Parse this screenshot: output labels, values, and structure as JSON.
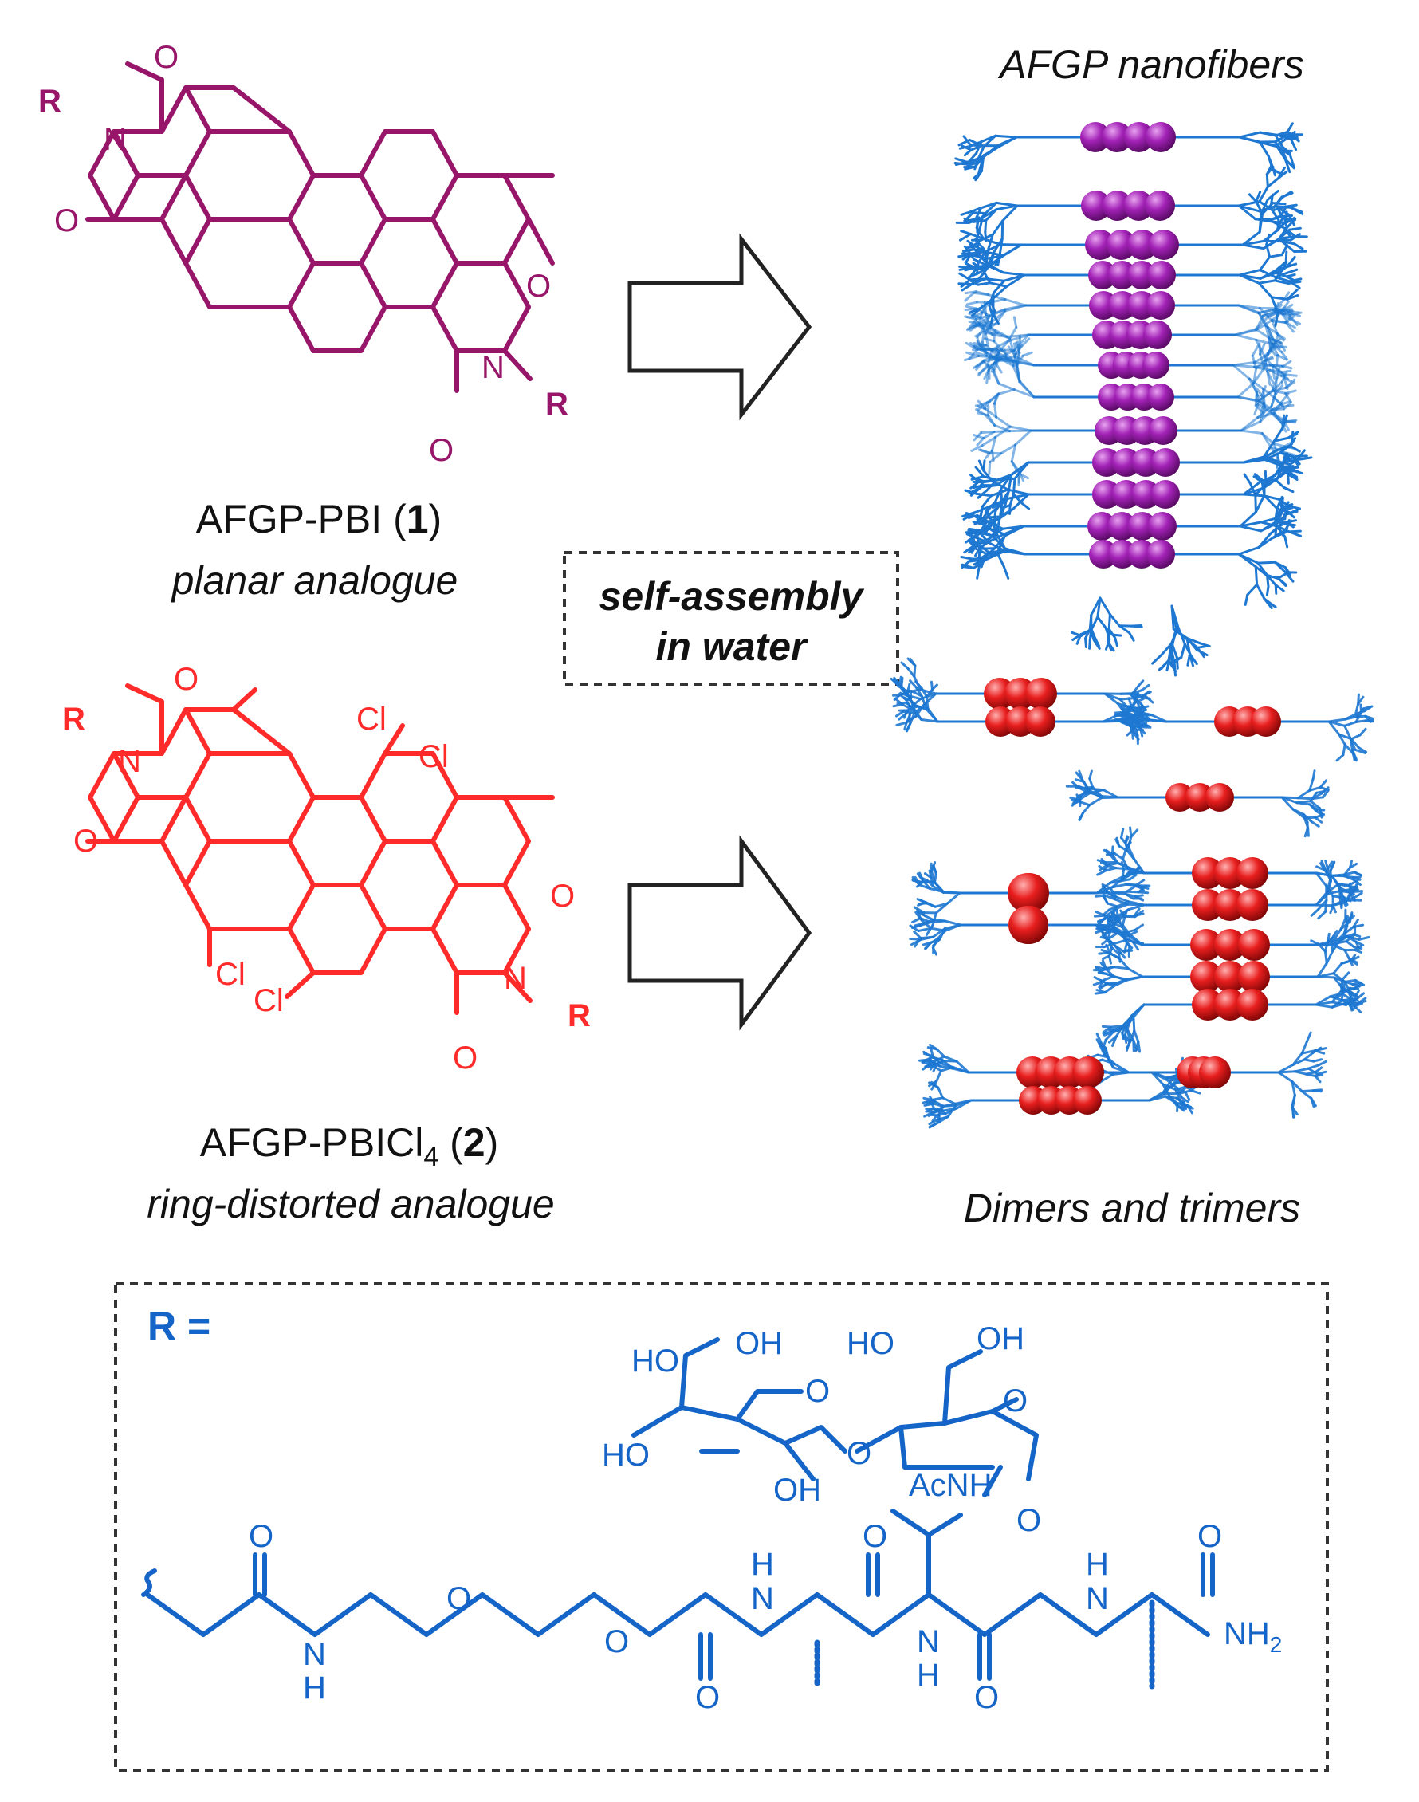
{
  "compound1": {
    "label_prefix": "AFGP-PBI (",
    "label_number": "1",
    "label_suffix": ")",
    "subtitle": "planar analogue",
    "color": "#97166a",
    "atoms": {
      "oxygen": "O",
      "nitrogen": "N",
      "substituent": "R"
    }
  },
  "compound2": {
    "label_prefix": "AFGP-PBICl",
    "label_subscript": "4",
    "label_mid": " (",
    "label_number": "2",
    "label_suffix": ")",
    "subtitle": "ring-distorted analogue",
    "color": "#ff2a2a",
    "atoms": {
      "oxygen": "O",
      "nitrogen": "N",
      "substituent": "R",
      "chlorine": "Cl"
    }
  },
  "center_box": {
    "line1": "self-assembly",
    "line2": "in water"
  },
  "assembly1": {
    "title": "AFGP nanofibers",
    "sphere_color": "#9b1fa8"
  },
  "assembly2": {
    "title": "Dimers and trimers",
    "sphere_color": "#e41d1d"
  },
  "r_group": {
    "label": "R =",
    "color": "#1565c8",
    "atoms": {
      "ho": "HO",
      "oh": "OH",
      "o": "O",
      "n": "N",
      "h": "H",
      "acnh": "AcNH",
      "nh2": "NH",
      "nh2_sub": "2"
    }
  },
  "colors": {
    "arrow": "#222222",
    "glycan": "#1e78d2",
    "dash": "#333333"
  }
}
